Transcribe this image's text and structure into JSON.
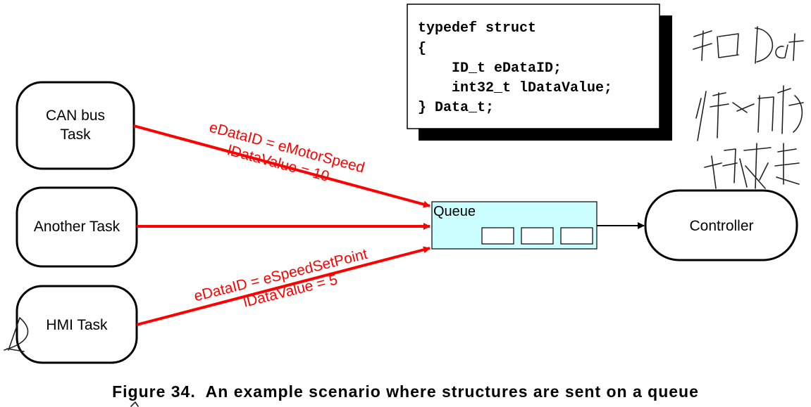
{
  "tasks": {
    "can_bus": {
      "line1": "CAN bus",
      "line2": "Task"
    },
    "another": "Another Task",
    "hmi": "HMI Task"
  },
  "queue": {
    "label": "Queue"
  },
  "controller": {
    "label": "Controller"
  },
  "messages": {
    "can": {
      "line1": "eDataID = eMotorSpeed",
      "line2": "lDataValue = 10"
    },
    "hmi": {
      "line1": "eDataID = eSpeedSetPoint",
      "line2": "lDataValue = 5"
    }
  },
  "code": {
    "lines": [
      "typedef struct",
      "{",
      "    ID_t eDataID;",
      "    int32_t lDataValue;",
      "} Data_t;"
    ]
  },
  "caption": "Figure 34.  An example scenario where structures are sent on a queue",
  "colors": {
    "arrow": "#ff0000",
    "queue_fill": "#ccffff"
  }
}
